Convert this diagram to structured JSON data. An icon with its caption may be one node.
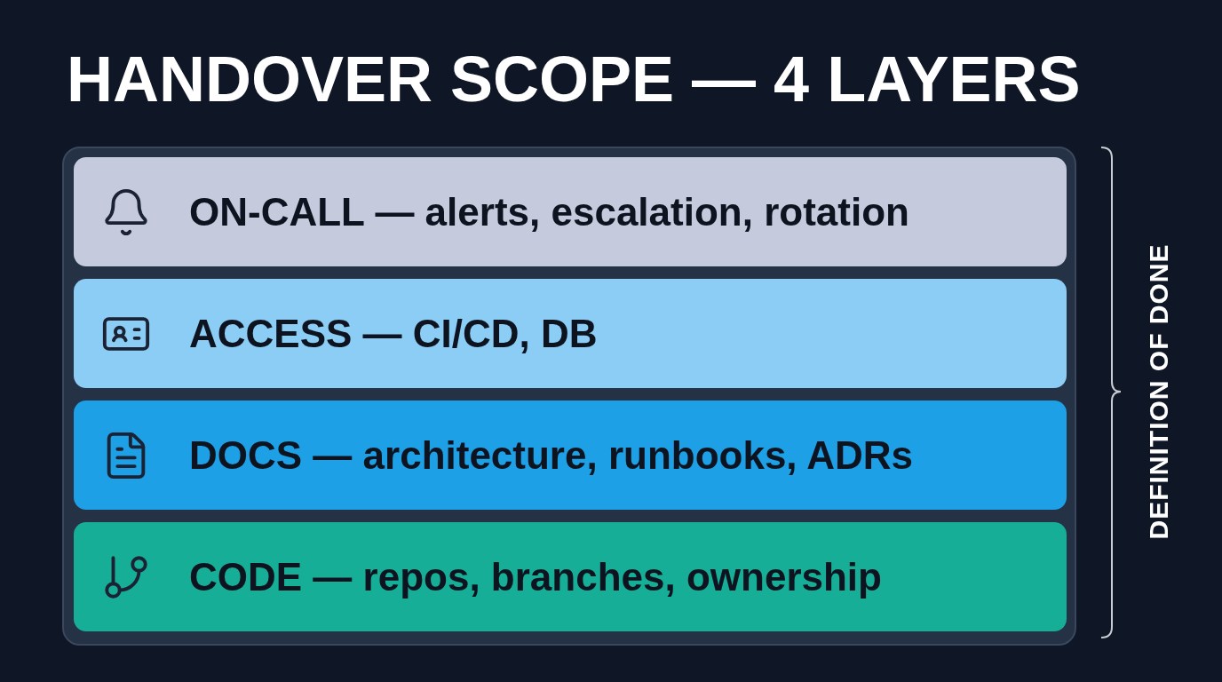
{
  "diagram": {
    "title": "HANDOVER SCOPE — 4 LAYERS",
    "nodes": [
      {
        "text": [
          "ON-CALL — alerts, escalation, rotation"
        ]
      },
      {
        "text": [
          "ACCESS — CI/CD, DB"
        ]
      },
      {
        "text": [
          "DOCS — architecture, runbooks, ADRs"
        ]
      },
      {
        "text": [
          "CODE — repos, branches, ownership"
        ]
      }
    ],
    "labels": [
      "DEFINITION OF DONE"
    ]
  }
}
